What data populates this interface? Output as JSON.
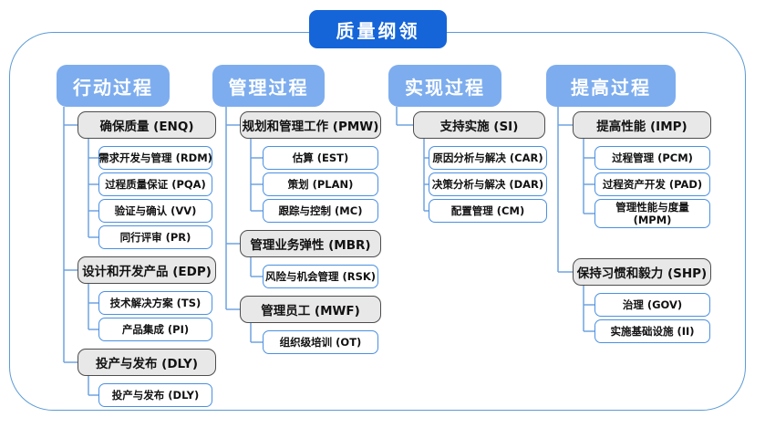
{
  "title": "质量纲领",
  "colors": {
    "title_bg": "#1565d8",
    "header_bg": "#7dadee",
    "group_fill": "#e8e8e8",
    "group_border": "#4d4d4d",
    "child_border": "#4a90e2",
    "connector": "#6fa3e0",
    "frame_border": "#5b9bd5"
  },
  "columns": [
    {
      "header": "行动过程",
      "groups": [
        {
          "label": "确保质量 (ENQ)",
          "children": [
            "需求开发与管理 (RDM)",
            "过程质量保证 (PQA)",
            "验证与确认 (VV)",
            "同行评审 (PR)"
          ]
        },
        {
          "label": "设计和开发产品 (EDP)",
          "children": [
            "技术解决方案 (TS)",
            "产品集成 (PI)"
          ]
        },
        {
          "label": "投产与发布 (DLY)",
          "children": [
            "投产与发布 (DLY)"
          ]
        }
      ]
    },
    {
      "header": "管理过程",
      "groups": [
        {
          "label": "规划和管理工作 (PMW)",
          "children": [
            "估算 (EST)",
            "策划 (PLAN)",
            "跟踪与控制 (MC)"
          ]
        },
        {
          "label": "管理业务弹性 (MBR)",
          "children": [
            "风险与机会管理 (RSK)"
          ]
        },
        {
          "label": "管理员工 (MWF)",
          "children": [
            "组织级培训 (OT)"
          ]
        }
      ]
    },
    {
      "header": "实现过程",
      "groups": [
        {
          "label": "支持实施 (SI)",
          "children": [
            "原因分析与解决 (CAR)",
            "决策分析与解决 (DAR)",
            "配置管理 (CM)"
          ]
        }
      ]
    },
    {
      "header": "提高过程",
      "groups": [
        {
          "label": "提高性能 (IMP)",
          "children": [
            "过程管理 (PCM)",
            "过程资产开发 (PAD)",
            "管理性能与度量\n(MPM)"
          ]
        },
        {
          "label": "保持习惯和毅力 (SHP)",
          "children": [
            "治理 (GOV)",
            "实施基础设施 (II)"
          ]
        }
      ]
    }
  ]
}
